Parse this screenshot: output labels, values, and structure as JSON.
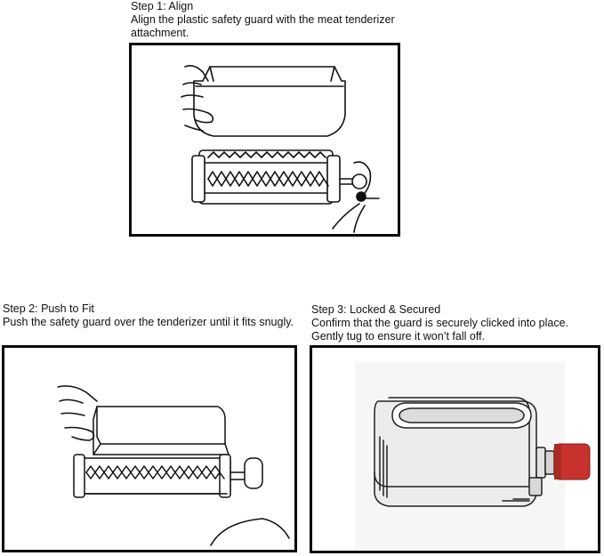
{
  "steps": [
    {
      "heading": "Step 1: Align",
      "lines": [
        "Align the plastic safety guard with the meat tenderizer",
        "attachment."
      ]
    },
    {
      "heading": "Step 2: Push to Fit",
      "lines": [
        "Push the safety guard over the tenderizer until it fits snugly."
      ]
    },
    {
      "heading": "Step 3: Locked & Secured",
      "lines": [
        "Confirm that the guard is securely clicked into place.",
        "Gently tug to ensure it won’t fall off."
      ]
    }
  ],
  "colors": {
    "frame_border": "#0b0b0b",
    "accent_red": "#c8322e"
  }
}
